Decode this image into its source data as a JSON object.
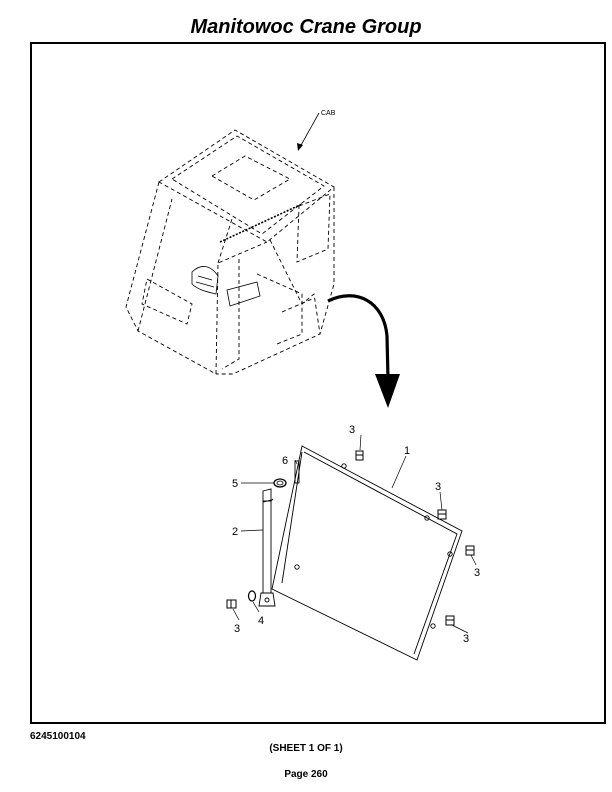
{
  "header": {
    "title": "Manitowoc Crane Group"
  },
  "diagram": {
    "cab_label": "CAB",
    "callouts": {
      "panel": "1",
      "bracket": "2",
      "screw_top": "3",
      "screw_right_upper": "3",
      "screw_right_mid": "3",
      "screw_right_lower": "3",
      "screw_left": "3",
      "washer": "4",
      "grommet": "5",
      "clip": "6"
    }
  },
  "footer": {
    "doc_number": "6245100104",
    "sheet": "(SHEET 1 OF 1)",
    "page": "Page 260"
  }
}
